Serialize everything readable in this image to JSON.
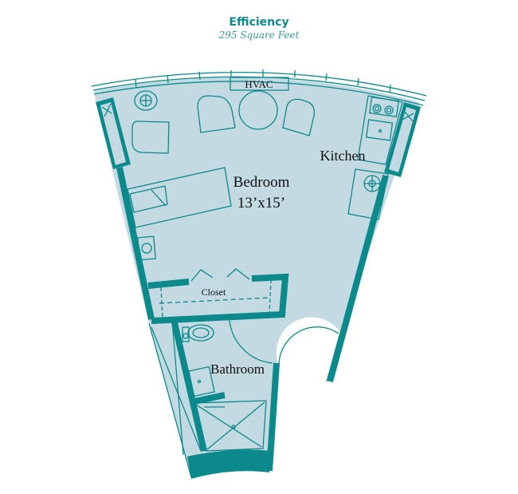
{
  "header": {
    "title": "Efficiency",
    "subtitle": "295 Square Feet"
  },
  "rooms": {
    "hvac": "HVAC",
    "kitchen": "Kitchen",
    "bedroom": "Bedroom",
    "bedroom_size": "13’x15’",
    "closet": "Closet",
    "bathroom": "Bathroom"
  },
  "colors": {
    "wall": "#0b898b",
    "floor": "#c3dae3",
    "text": "#111111"
  }
}
